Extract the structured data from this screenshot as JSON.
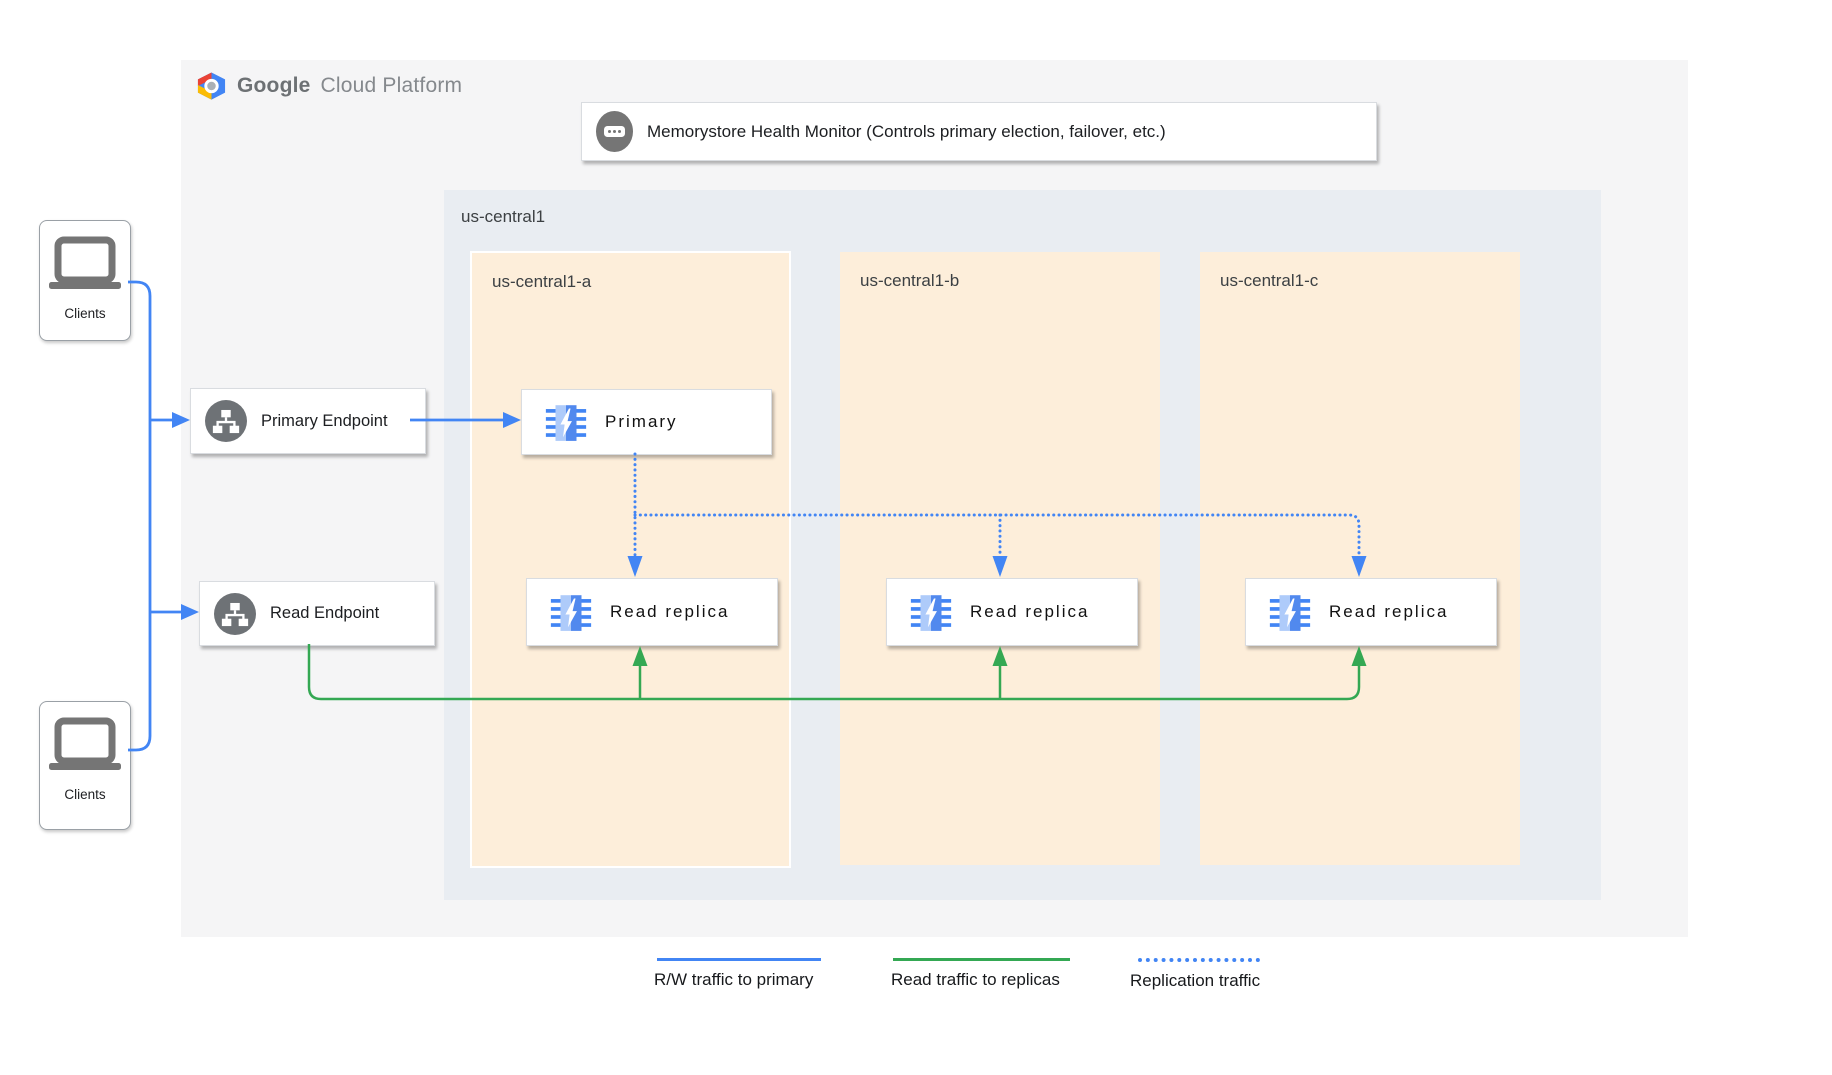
{
  "brand": {
    "google": "Google",
    "suffix": "Cloud Platform"
  },
  "monitor": {
    "label": "Memorystore Health Monitor (Controls primary election, failover, etc.)"
  },
  "region": {
    "label": "us-central1"
  },
  "zones": [
    {
      "label": "us-central1-a"
    },
    {
      "label": "us-central1-b"
    },
    {
      "label": "us-central1-c"
    }
  ],
  "clients": {
    "top_label": "Clients",
    "bottom_label": "Clients"
  },
  "endpoints": {
    "primary_label": "Primary Endpoint",
    "read_label": "Read Endpoint"
  },
  "nodes": {
    "primary_label": "Primary",
    "replica_a_label": "Read replica",
    "replica_b_label": "Read replica",
    "replica_c_label": "Read replica"
  },
  "legend": {
    "rw": {
      "label": "R/W traffic to primary",
      "color": "#4285f4",
      "style": "solid"
    },
    "read": {
      "label": "Read traffic to replicas",
      "color": "#34a853",
      "style": "solid"
    },
    "replication": {
      "label": "Replication traffic",
      "color": "#4285f4",
      "style": "dotted"
    }
  },
  "colors": {
    "blue": "#4285f4",
    "green": "#34a853",
    "panel_bg": "#f5f5f6",
    "region_bg": "#e9edf2",
    "zone_bg": "#fdeeda",
    "icon_gray": "#6e7276"
  }
}
